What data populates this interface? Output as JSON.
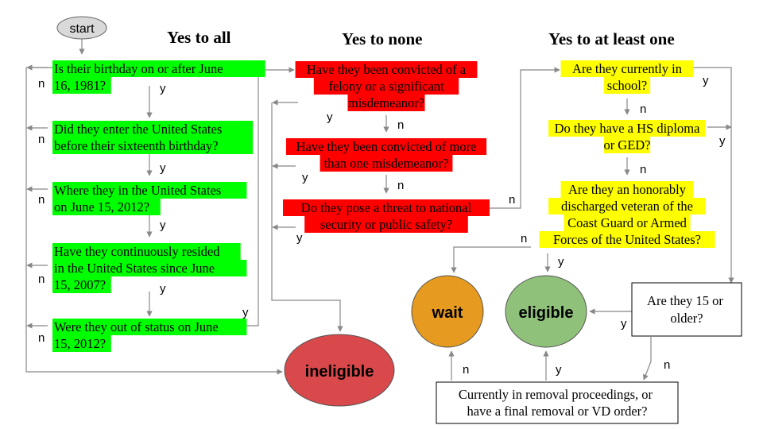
{
  "start_label": "start",
  "headers": {
    "yes_all": "Yes to all",
    "yes_none": "Yes to none",
    "yes_one": "Yes to at least one"
  },
  "green_questions": [
    [
      "Is their birthday on or after June",
      "16, 1981?"
    ],
    [
      "Did they enter the United States",
      "before their sixteenth birthday?"
    ],
    [
      "Where they in the United States",
      "on June 15, 2012?"
    ],
    [
      "Have they continuously resided",
      "in the United States since June",
      "15, 2007?"
    ],
    [
      "Were they out of status on June",
      "15, 2012?"
    ]
  ],
  "red_questions": [
    [
      "Have they been convicted of a",
      "felony or a significant",
      "misdemeanor?"
    ],
    [
      "Have they been convicted of more",
      "than one misdemeanor?"
    ],
    [
      "Do they pose a threat to national",
      "security or public safety?"
    ]
  ],
  "yellow_questions": [
    [
      "Are they currently in",
      "school?"
    ],
    [
      "Do they have a HS diploma",
      "or GED?"
    ],
    [
      "Are they an honorably",
      "discharged veteran of the",
      "Coast Guard or Armed",
      "Forces of the United States?"
    ]
  ],
  "age_question": [
    "Are they 15 or",
    "older?"
  ],
  "removal_question": [
    "Currently in removal proceedings, or",
    "have a final removal or VD order?"
  ],
  "outcomes": {
    "wait": "wait",
    "eligible": "eligible",
    "ineligible": "ineligible"
  },
  "edge_labels": {
    "yes": "y",
    "no": "n"
  },
  "colors": {
    "green": "#00ff00",
    "red": "#ff0000",
    "yellow": "#ffff00",
    "wait": "#e69a1f",
    "eligible": "#8fc17a",
    "ineligible": "#d9484a",
    "start": "#d9d9d9",
    "line": "#888888"
  }
}
